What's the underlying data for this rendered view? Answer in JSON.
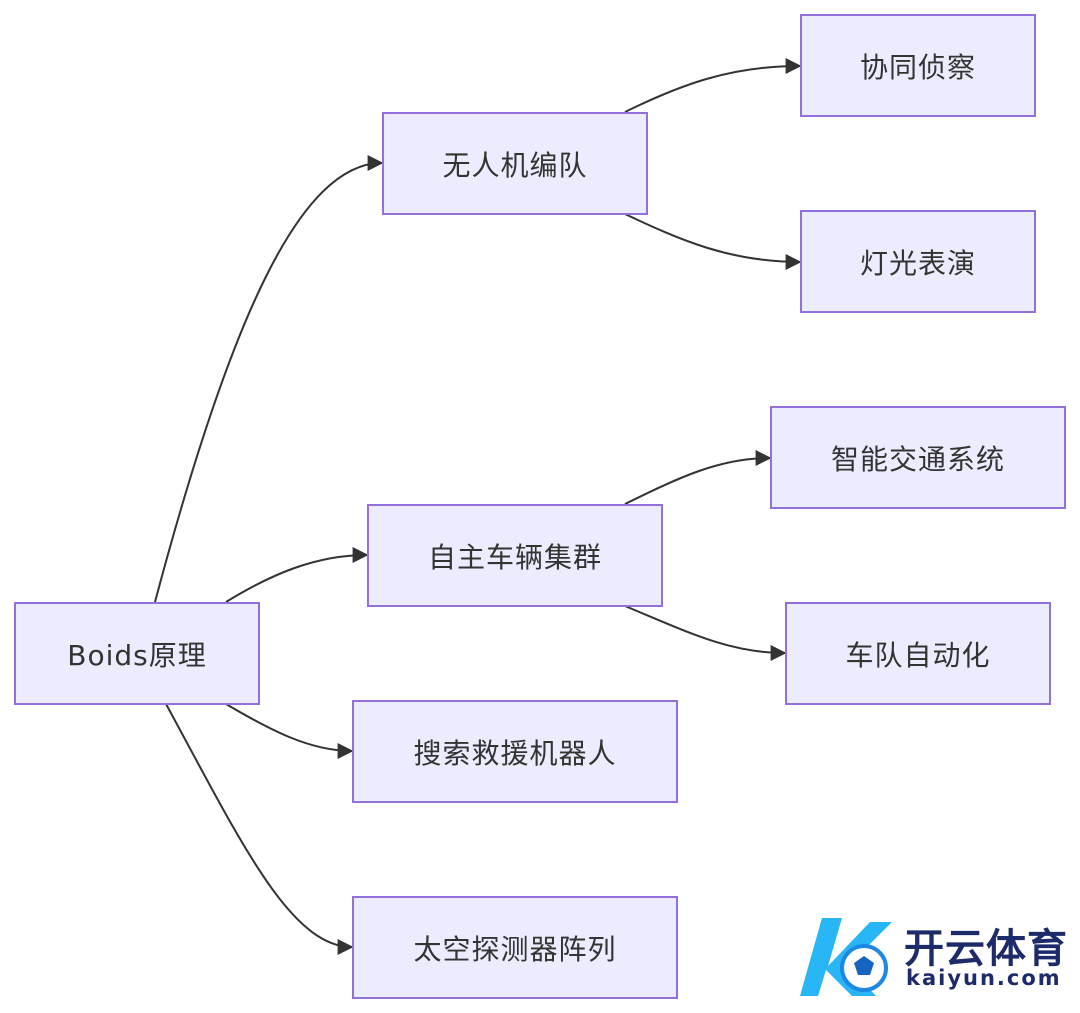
{
  "nodes": {
    "root": "Boids原理",
    "drone_formation": "无人机编队",
    "collaborative_recon": "协同侦察",
    "light_show": "灯光表演",
    "autonomous_vehicle_cluster": "自主车辆集群",
    "intelligent_traffic": "智能交通系统",
    "fleet_automation": "车队自动化",
    "search_rescue_robots": "搜索救援机器人",
    "space_probe_array": "太空探测器阵列"
  },
  "watermark": {
    "name": "开云体育",
    "url": "kaiyun.com"
  },
  "colors": {
    "node_fill": "#ececff",
    "node_border": "#9370db",
    "edge": "#333333",
    "logo_blue": "#1e2b6b",
    "logo_cyan": "#29b6f6"
  }
}
